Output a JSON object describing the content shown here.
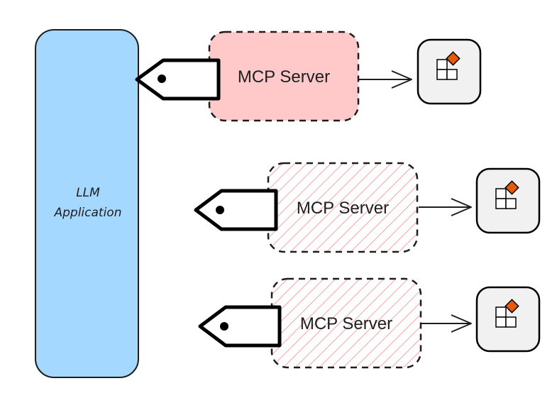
{
  "llm_app": {
    "label_line1": "LLM",
    "label_line2": "Application",
    "fill_color": "#a5d8ff"
  },
  "servers": [
    {
      "label": "MCP Server",
      "style": "solid",
      "connected": true,
      "fill_color": "#ffc9c9"
    },
    {
      "label": "MCP Server",
      "style": "hatched",
      "connected": false,
      "fill_color": "#ffc9c9"
    },
    {
      "label": "MCP Server",
      "style": "hatched",
      "connected": false,
      "fill_color": "#ffc9c9"
    }
  ],
  "tool_icon": {
    "name": "tool-blocks-icon",
    "accent_color": "#e8590c",
    "box_color": "#f1f1f1"
  },
  "stroke_color": "#1e1e1e"
}
